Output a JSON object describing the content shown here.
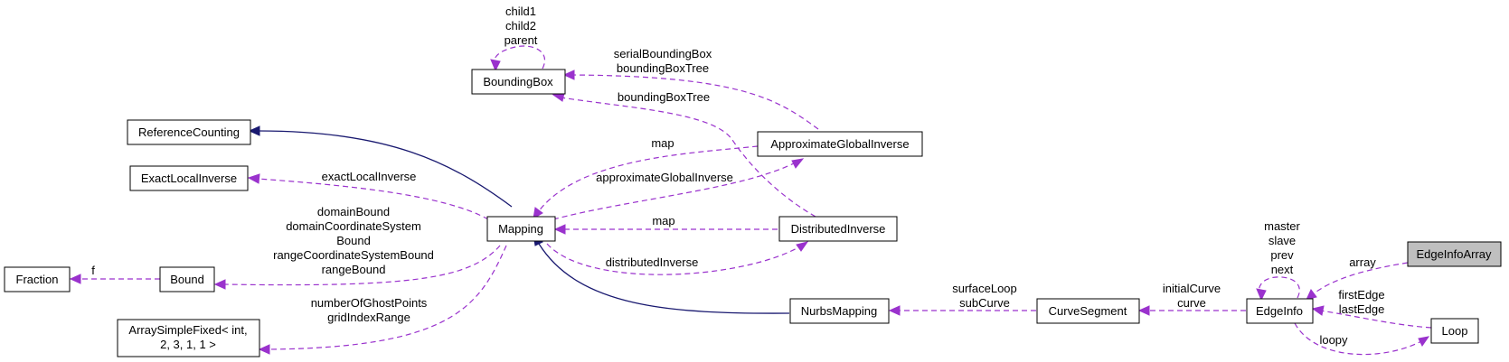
{
  "diagram": {
    "colors": {
      "inheritance": "#191970",
      "usage": "#9a32cd",
      "highlight_fill": "#bfbfbf"
    },
    "nodes": {
      "reference_counting": "ReferenceCounting",
      "exact_local_inverse": "ExactLocalInverse",
      "fraction": "Fraction",
      "bound": "Bound",
      "array_simple_fixed_line1": "ArraySimpleFixed< int,",
      "array_simple_fixed_line2": "2, 3, 1, 1 >",
      "bounding_box": "BoundingBox",
      "mapping": "Mapping",
      "approximate_global_inverse": "ApproximateGlobalInverse",
      "distributed_inverse": "DistributedInverse",
      "nurbs_mapping": "NurbsMapping",
      "curve_segment": "CurveSegment",
      "edge_info": "EdgeInfo",
      "edge_info_array": "EdgeInfoArray",
      "loop": "Loop"
    },
    "edge_labels": {
      "bbox_self": [
        "child1",
        "child2",
        "parent"
      ],
      "agi_to_bbox": [
        "serialBoundingBox",
        "boundingBoxTree"
      ],
      "di_to_bbox": [
        "boundingBoxTree"
      ],
      "agi_to_mapping": [
        "map"
      ],
      "eli_to_mapping": [
        "exactLocalInverse"
      ],
      "mapping_to_agi": [
        "approximateGlobalInverse"
      ],
      "mapping_to_bound": [
        "domainBound",
        "domainCoordinateSystem",
        "Bound",
        "rangeCoordinateSystemBound",
        "rangeBound"
      ],
      "di_to_mapping": [
        "map"
      ],
      "bound_to_fraction": [
        "f"
      ],
      "mapping_to_di": [
        "distributedInverse"
      ],
      "mapping_to_asf": [
        "numberOfGhostPoints",
        "gridIndexRange"
      ],
      "edgeinfo_self": [
        "master",
        "slave",
        "prev",
        "next"
      ],
      "eia_to_edgeinfo": [
        "array"
      ],
      "cs_to_nurbs": [
        "surfaceLoop",
        "subCurve"
      ],
      "ei_to_cs": [
        "initialCurve",
        "curve"
      ],
      "loop_to_ei": [
        "firstEdge",
        "lastEdge"
      ],
      "ei_to_loop": [
        "loopy"
      ]
    }
  }
}
